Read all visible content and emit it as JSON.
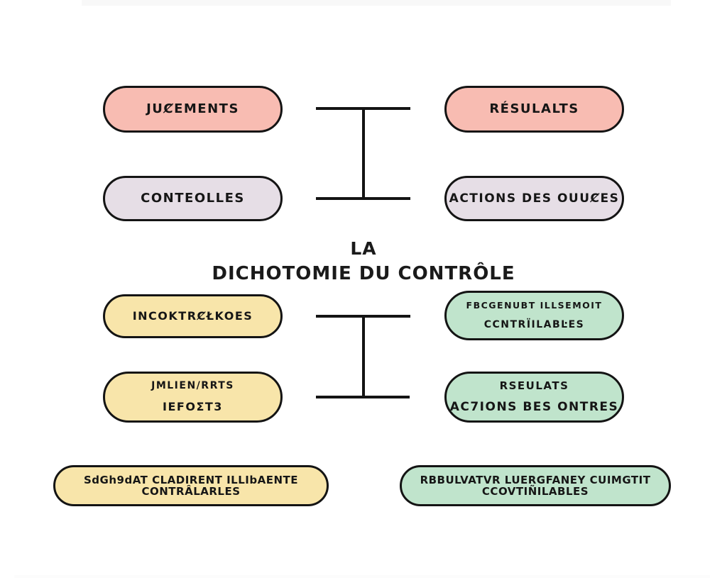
{
  "title": {
    "line1": "LA",
    "line2": "DICHOTOMIE DU CONTRÔLE"
  },
  "colors": {
    "pink": "#F8BCB2",
    "lavender": "#E6DEE6",
    "yellow": "#F8E5AA",
    "green": "#C0E4CC",
    "line": "#141414",
    "background": "#FFFFFF"
  },
  "nodes": {
    "judgements": {
      "label": "JUȻEMENTS"
    },
    "results": {
      "label": "RÉSULALTS"
    },
    "controlles": {
      "label": "CONTEOLLES"
    },
    "actions_top": {
      "label": "ACTIONS DES OUUȻES"
    },
    "incontrolables": {
      "label": "INCOKTRȻŁKOES"
    },
    "controlables": {
      "line1": "FBCGENUBT ILLSEMOIT",
      "line2": "CCNTRÏILABĿES"
    },
    "jug_efforts": {
      "line1": "JMLIEN/RRTS",
      "line2": "IEFOΣT3"
    },
    "res_actions": {
      "line1": "RSEULATS",
      "line2": "AC7IONS BES ONTRES"
    },
    "bottom_left": {
      "label": "SdGh9dAT CLADIRENT ILLIbAENTE CONTRÂLARLES"
    },
    "bottom_right": {
      "label": "RBBULVATVR LUERGFANEY CUIMGTIT CCOVTIÑILABLES"
    }
  }
}
